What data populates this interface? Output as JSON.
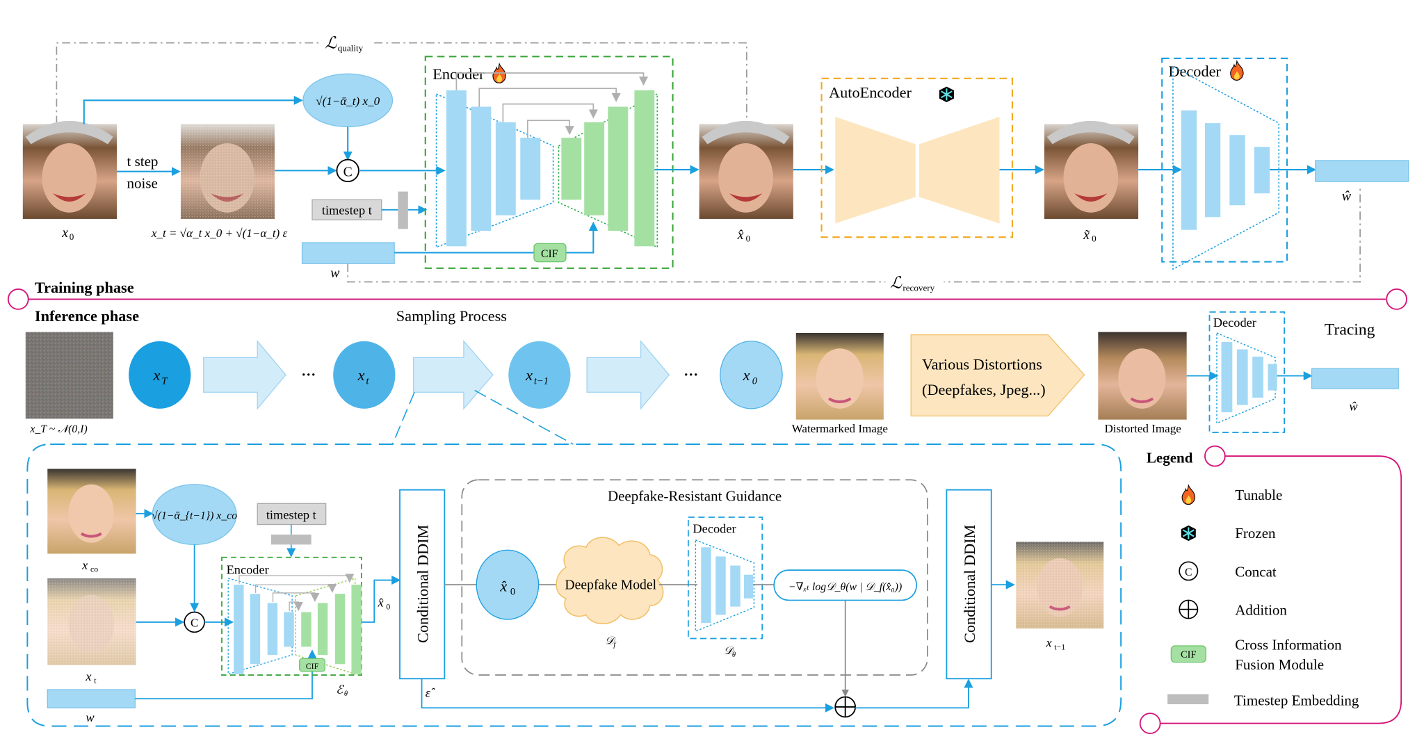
{
  "colors": {
    "blue_line": "#1a9fe0",
    "blue_fill": "#a3d9f5",
    "blue_fill_light": "#d3ecfa",
    "blue_dark": "#1a9fe0",
    "green_fill": "#a5e0a3",
    "green_border": "#3aa63a",
    "orange_border": "#f2a81d",
    "peach_fill": "#fde6bf",
    "grey_line": "#999999",
    "grey_embed": "#bdbdbd",
    "magenta": "#d4147a"
  },
  "training": {
    "phase_label": "Training phase",
    "loss_quality": "ℒ",
    "loss_quality_sub": "quality",
    "loss_recovery": "ℒ",
    "loss_recovery_sub": "recovery",
    "x0_label": "x",
    "x0_sub": "0",
    "noise_label_line1": "t step",
    "noise_label_line2": "noise",
    "xt_formula": "x_t = √α_t x_0 + √(1−α_t) ε",
    "ellipse_formula": "√(1−ᾱ_t) x_0",
    "concat_symbol": "C",
    "timestep_label": "timestep t",
    "w_label": "w",
    "encoder": {
      "title": "Encoder",
      "status_icon": "flame-icon",
      "cif_label": "CIF"
    },
    "x0_hat_label": "x̂",
    "x0_hat_sub": "0",
    "autoencoder": {
      "title": "AutoEncoder",
      "status_icon": "snowflake-icon"
    },
    "x0_tilde_label": "x̃",
    "x0_tilde_sub": "0",
    "decoder": {
      "title": "Decoder",
      "status_icon": "flame-icon"
    },
    "w_hat_label": "ŵ"
  },
  "inference": {
    "phase_label": "Inference phase",
    "sampling_title": "Sampling Process",
    "xT_dist_label": "x_T ~ 𝒩(0,I)",
    "nodes": [
      {
        "label": "x",
        "sub": "T"
      },
      {
        "label": "x",
        "sub": "t"
      },
      {
        "label": "x",
        "sub": "t−1"
      },
      {
        "label": "x",
        "sub": "0"
      }
    ],
    "ellipsis": "···",
    "watermarked_label": "Watermarked Image",
    "distortion_line1": "Various Distortions",
    "distortion_line2": "(Deepfakes, Jpeg...)",
    "distorted_label": "Distorted Image",
    "decoder_title": "Decoder",
    "tracing_title": "Tracing",
    "w_hat_label": "ŵ"
  },
  "detail": {
    "xco_label": "x",
    "xco_sub": "co",
    "xt_label": "x",
    "xt_sub": "t",
    "w_label": "w",
    "ellipse_formula": "√(1−ᾱ_{t−1}) x_co",
    "timestep_label": "timestep t",
    "concat_symbol": "C",
    "encoder_title": "Encoder",
    "cif_label": "CIF",
    "encoder_symbol": "ℰ",
    "encoder_symbol_sub": "θ",
    "x0_hat_label": "x̂",
    "x0_hat_sub": "0",
    "ddim_label": "Conditional DDIM",
    "eps_hat_label": "ε̂",
    "guidance_title": "Deepfake-Resistant Guidance",
    "guidance_x0_label": "x̂",
    "guidance_x0_sub": "0",
    "deepfake_model_label": "Deepfake Model",
    "deepfake_symbol": "𝒟",
    "deepfake_symbol_sub": "f",
    "decoder_title": "Decoder",
    "decoder_symbol": "𝒟",
    "decoder_symbol_sub": "θ",
    "gradient_formula": "−∇ₓₜ log𝒟_θ(w | 𝒟_f(x̂₀))",
    "addition_symbol": "⊕",
    "ddim2_label": "Conditional DDIM",
    "xt1_label": "x",
    "xt1_sub": "t−1"
  },
  "legend": {
    "title": "Legend",
    "items": [
      {
        "icon": "flame-icon",
        "label": "Tunable"
      },
      {
        "icon": "snowflake-icon",
        "label": "Frozen"
      },
      {
        "icon": "concat-icon",
        "label": "Concat"
      },
      {
        "icon": "addition-icon",
        "label": "Addition"
      },
      {
        "icon": "cif-icon",
        "label_line1": "Cross Information",
        "label_line2": "Fusion Module",
        "badge": "CIF"
      },
      {
        "icon": "timestep-embedding-icon",
        "label": "Timestep Embedding"
      }
    ]
  }
}
